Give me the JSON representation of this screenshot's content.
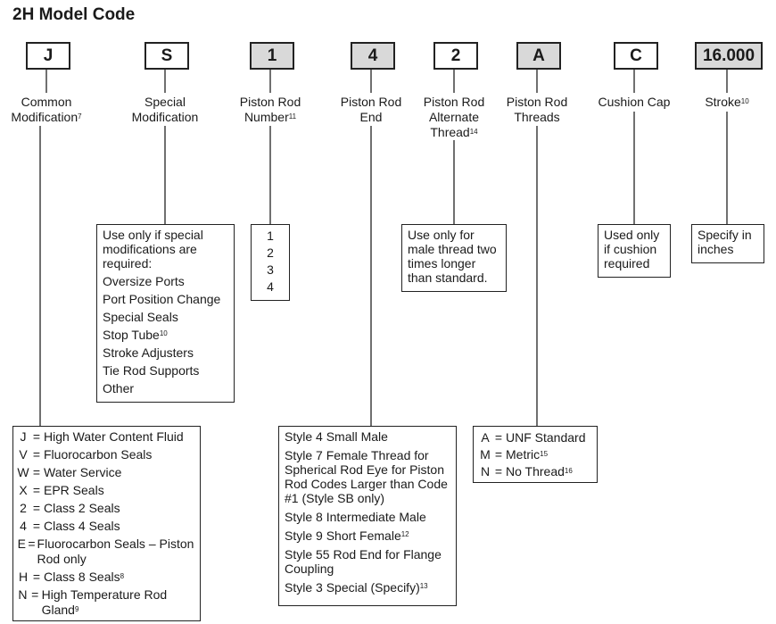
{
  "title": "2H Model Code",
  "codes": [
    {
      "value": "J",
      "shaded": false,
      "label": [
        "Common",
        "Modification"
      ],
      "sup": "7"
    },
    {
      "value": "S",
      "shaded": false,
      "label": [
        "Special",
        "Modification"
      ],
      "sup": ""
    },
    {
      "value": "1",
      "shaded": true,
      "label": [
        "Piston Rod",
        "Number"
      ],
      "sup": "11"
    },
    {
      "value": "4",
      "shaded": true,
      "label": [
        "Piston Rod",
        "End"
      ],
      "sup": ""
    },
    {
      "value": "2",
      "shaded": false,
      "label": [
        "Piston Rod",
        "Alternate",
        "Thread"
      ],
      "sup": "14"
    },
    {
      "value": "A",
      "shaded": true,
      "label": [
        "Piston Rod",
        "Threads"
      ],
      "sup": ""
    },
    {
      "value": "C",
      "shaded": false,
      "label": [
        "Cushion Cap"
      ],
      "sup": ""
    },
    {
      "value": "16.000",
      "shaded": true,
      "label": [
        "Stroke"
      ],
      "sup": "10"
    }
  ],
  "special_box": {
    "intro": "Use only if special modifications are required:",
    "items": [
      {
        "text": "Oversize Ports",
        "sup": ""
      },
      {
        "text": "Port Position Change",
        "sup": ""
      },
      {
        "text": "Special Seals",
        "sup": ""
      },
      {
        "text": "Stop Tube",
        "sup": "10"
      },
      {
        "text": "Stroke Adjusters",
        "sup": ""
      },
      {
        "text": "Tie Rod Supports",
        "sup": ""
      },
      {
        "text": "Other",
        "sup": ""
      }
    ]
  },
  "rod_number_box": {
    "items": [
      "1",
      "2",
      "3",
      "4"
    ]
  },
  "alt_thread_box": {
    "text": "Use only for male thread two times longer than standard."
  },
  "cushion_box": {
    "text": "Used only if cushion required"
  },
  "stroke_box": {
    "text": "Specify in inches"
  },
  "common_mod_box": {
    "items": [
      {
        "code": "J",
        "desc": "High Water Content Fluid",
        "sup": ""
      },
      {
        "code": "V",
        "desc": "Fluorocarbon Seals",
        "sup": ""
      },
      {
        "code": "W",
        "desc": "Water Service",
        "sup": ""
      },
      {
        "code": "X",
        "desc": "EPR Seals",
        "sup": ""
      },
      {
        "code": "2",
        "desc": "Class 2 Seals",
        "sup": ""
      },
      {
        "code": "4",
        "desc": "Class 4 Seals",
        "sup": ""
      },
      {
        "code": "E",
        "desc": "Fluorocarbon Seals – Piston Rod only",
        "sup": ""
      },
      {
        "code": "H",
        "desc": "Class 8 Seals",
        "sup": "8"
      },
      {
        "code": "N",
        "desc": "High Temperature Rod Gland",
        "sup": "9"
      }
    ]
  },
  "rod_end_box": {
    "items": [
      {
        "text": "Style 4 Small Male",
        "sup": ""
      },
      {
        "text": "Style 7 Female Thread for Spherical Rod Eye for Piston Rod Codes Larger than Code #1 (Style SB only)",
        "sup": ""
      },
      {
        "text": "Style 8 Intermediate Male",
        "sup": ""
      },
      {
        "text": "Style 9 Short Female",
        "sup": "12"
      },
      {
        "text": "Style 55 Rod End for Flange Coupling",
        "sup": ""
      },
      {
        "text": "Style 3 Special (Specify)",
        "sup": "13"
      }
    ]
  },
  "threads_box": {
    "items": [
      {
        "code": "A",
        "desc": "UNF Standard",
        "sup": ""
      },
      {
        "code": "M",
        "desc": "Metric",
        "sup": "15"
      },
      {
        "code": "N",
        "desc": "No Thread",
        "sup": "16"
      }
    ]
  }
}
